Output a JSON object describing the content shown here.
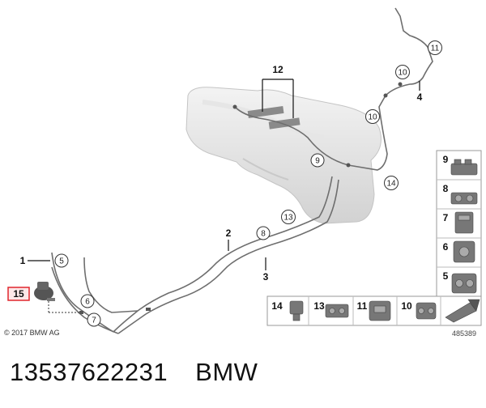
{
  "diagram": {
    "callouts": {
      "c5": "5",
      "c6": "6",
      "c7": "7",
      "c8": "8",
      "c9": "9",
      "c10": "10",
      "c11": "11",
      "c13": "13",
      "c14": "14"
    },
    "labels": {
      "l1": "1",
      "l2": "2",
      "l3": "3",
      "l4": "4",
      "l12": "12",
      "l15": "15"
    },
    "legend_right": [
      "9",
      "8",
      "7",
      "6",
      "5"
    ],
    "legend_bottom": [
      "14",
      "13",
      "11",
      "10"
    ],
    "highlight_color": "#e0262d"
  },
  "footer": {
    "copyright": "© 2017 BMW AG",
    "image_number": "485389"
  },
  "caption": {
    "part_number": "13537622231",
    "brand": "BMW"
  }
}
